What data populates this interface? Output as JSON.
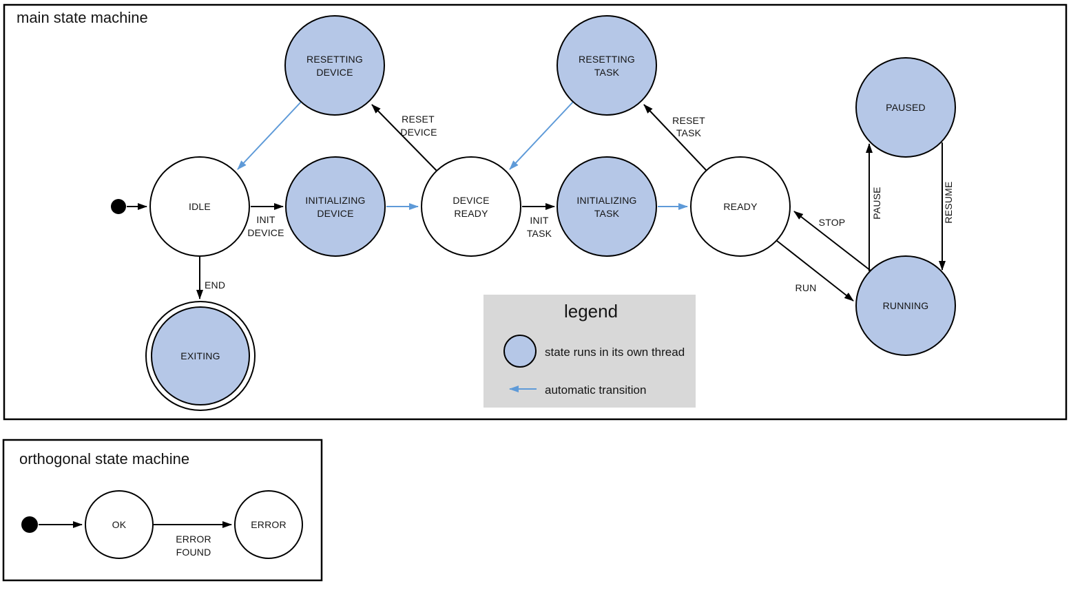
{
  "colors": {
    "state_thread_fill": "#b5c7e7",
    "auto_transition": "#5e9ad8",
    "legend_bg": "#d8d8d8",
    "line": "#000000"
  },
  "main": {
    "title": "main state machine",
    "states": {
      "idle": {
        "label": "IDLE"
      },
      "resetting_device": {
        "line1": "RESETTING",
        "line2": "DEVICE"
      },
      "initializing_device": {
        "line1": "INITIALIZING",
        "line2": "DEVICE"
      },
      "device_ready": {
        "line1": "DEVICE",
        "line2": "READY"
      },
      "resetting_task": {
        "line1": "RESETTING",
        "line2": "TASK"
      },
      "initializing_task": {
        "line1": "INITIALIZING",
        "line2": "TASK"
      },
      "ready": {
        "label": "READY"
      },
      "paused": {
        "label": "PAUSED"
      },
      "running": {
        "label": "RUNNING"
      },
      "exiting": {
        "label": "EXITING"
      }
    },
    "transitions": {
      "init_device": {
        "line1": "INIT",
        "line2": "DEVICE"
      },
      "reset_device": {
        "line1": "RESET",
        "line2": "DEVICE"
      },
      "init_task": {
        "line1": "INIT",
        "line2": "TASK"
      },
      "reset_task": {
        "line1": "RESET",
        "line2": "TASK"
      },
      "run": {
        "label": "RUN"
      },
      "stop": {
        "label": "STOP"
      },
      "pause": {
        "label": "PAUSE"
      },
      "resume": {
        "label": "RESUME"
      },
      "end": {
        "label": "END"
      }
    }
  },
  "legend": {
    "title": "legend",
    "thread_item": "state runs in its own thread",
    "auto_item": "automatic transition"
  },
  "orthogonal": {
    "title": "orthogonal state machine",
    "states": {
      "ok": {
        "label": "OK"
      },
      "error": {
        "label": "ERROR"
      }
    },
    "transitions": {
      "error_found": {
        "line1": "ERROR",
        "line2": "FOUND"
      }
    }
  }
}
